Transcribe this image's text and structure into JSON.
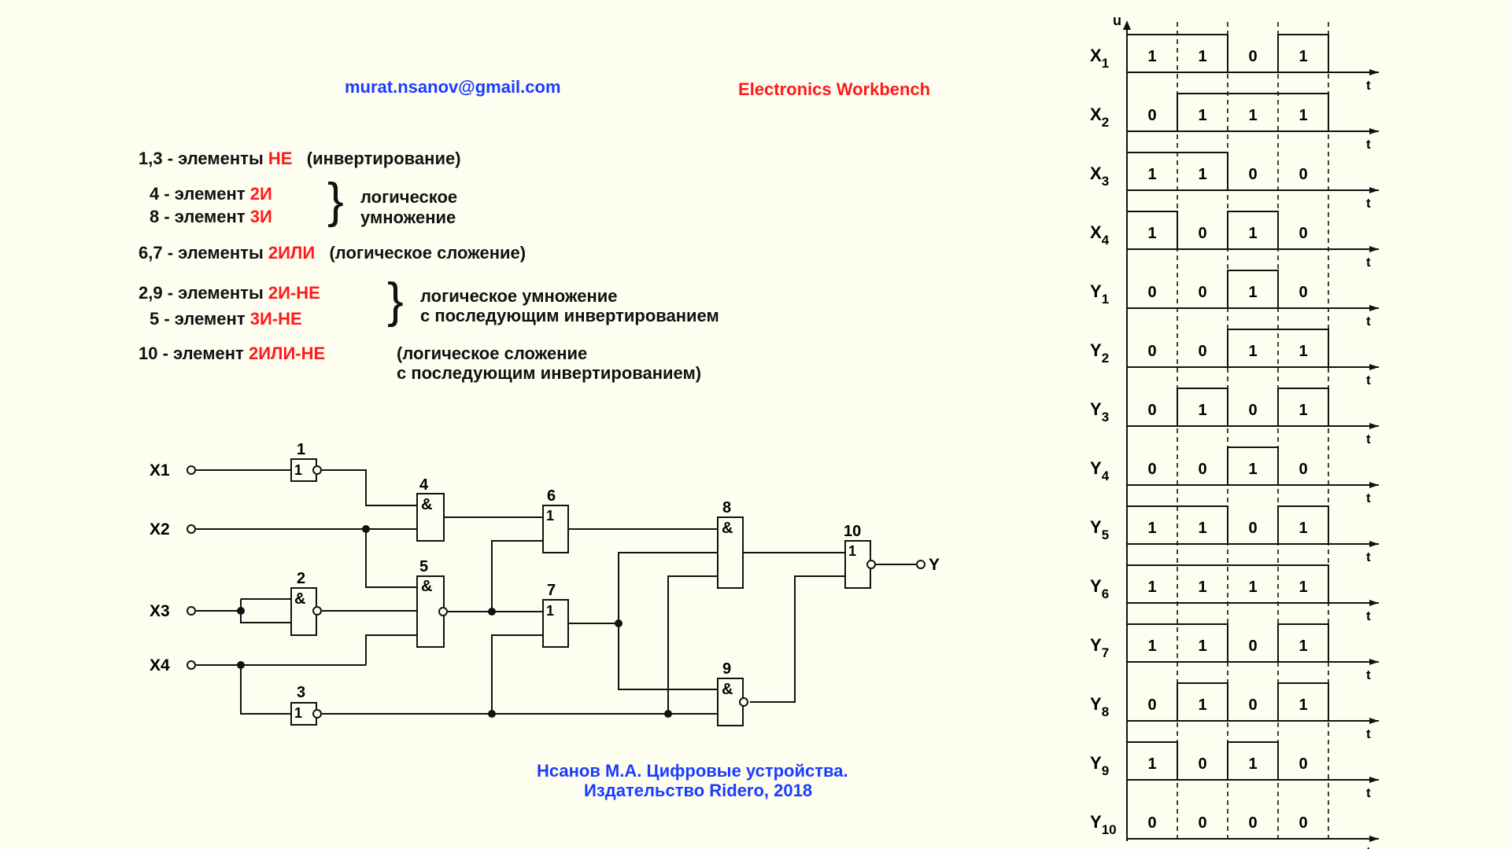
{
  "header": {
    "email": "murat.nsanov@gmail.com",
    "software": "Electronics Workbench"
  },
  "legend": [
    {
      "prefix": "1,3 - элементы ",
      "gate": "НЕ",
      "desc": "(инвертирование)"
    },
    {
      "prefix": "4 - элемент ",
      "gate": "2И"
    },
    {
      "prefix": "8 - элемент ",
      "gate": "3И"
    },
    {
      "group_desc": [
        "логическое",
        "умножение"
      ]
    },
    {
      "prefix": "6,7 - элементы ",
      "gate": "2ИЛИ",
      "desc": "(логическое сложение)"
    },
    {
      "prefix": "2,9 - элементы ",
      "gate": "2И-НЕ"
    },
    {
      "prefix": "5 - элемент ",
      "gate": "3И-НЕ"
    },
    {
      "group_desc": [
        "логическое умножение",
        "с последующим инвертированием"
      ]
    },
    {
      "prefix": "10 - элемент ",
      "gate": "2ИЛИ-НЕ",
      "desc": [
        "(логическое  сложение",
        "с последующим инвертированием)"
      ]
    }
  ],
  "circuit": {
    "inputs": [
      "X1",
      "X2",
      "X3",
      "X4"
    ],
    "output": "Y",
    "gates": [
      {
        "num": "1",
        "sym": "1"
      },
      {
        "num": "2",
        "sym": "&"
      },
      {
        "num": "3",
        "sym": "1"
      },
      {
        "num": "4",
        "sym": "&"
      },
      {
        "num": "5",
        "sym": "&"
      },
      {
        "num": "6",
        "sym": "1"
      },
      {
        "num": "7",
        "sym": "1"
      },
      {
        "num": "8",
        "sym": "&"
      },
      {
        "num": "9",
        "sym": "&"
      },
      {
        "num": "10",
        "sym": "1"
      }
    ]
  },
  "footer": {
    "line1": "Нсанов М.А. Цифровые устройства.",
    "line2": "Издательство Ridero, 2018"
  },
  "timing": {
    "u_label": "u",
    "t_label": "t",
    "signals": [
      {
        "name": "X",
        "sub": "1",
        "values": [
          1,
          1,
          0,
          1
        ]
      },
      {
        "name": "X",
        "sub": "2",
        "values": [
          0,
          1,
          1,
          1
        ]
      },
      {
        "name": "X",
        "sub": "3",
        "values": [
          1,
          1,
          0,
          0
        ]
      },
      {
        "name": "X",
        "sub": "4",
        "values": [
          1,
          0,
          1,
          0
        ]
      },
      {
        "name": "Y",
        "sub": "1",
        "values": [
          0,
          0,
          1,
          0
        ]
      },
      {
        "name": "Y",
        "sub": "2",
        "values": [
          0,
          0,
          1,
          1
        ]
      },
      {
        "name": "Y",
        "sub": "3",
        "values": [
          0,
          1,
          0,
          1
        ]
      },
      {
        "name": "Y",
        "sub": "4",
        "values": [
          0,
          0,
          1,
          0
        ]
      },
      {
        "name": "Y",
        "sub": "5",
        "values": [
          1,
          1,
          0,
          1
        ]
      },
      {
        "name": "Y",
        "sub": "6",
        "values": [
          1,
          1,
          1,
          1
        ]
      },
      {
        "name": "Y",
        "sub": "7",
        "values": [
          1,
          1,
          0,
          1
        ]
      },
      {
        "name": "Y",
        "sub": "8",
        "values": [
          0,
          1,
          0,
          1
        ]
      },
      {
        "name": "Y",
        "sub": "9",
        "values": [
          1,
          0,
          1,
          0
        ]
      },
      {
        "name": "Y",
        "sub": "10",
        "values": [
          0,
          0,
          0,
          0
        ]
      }
    ]
  }
}
